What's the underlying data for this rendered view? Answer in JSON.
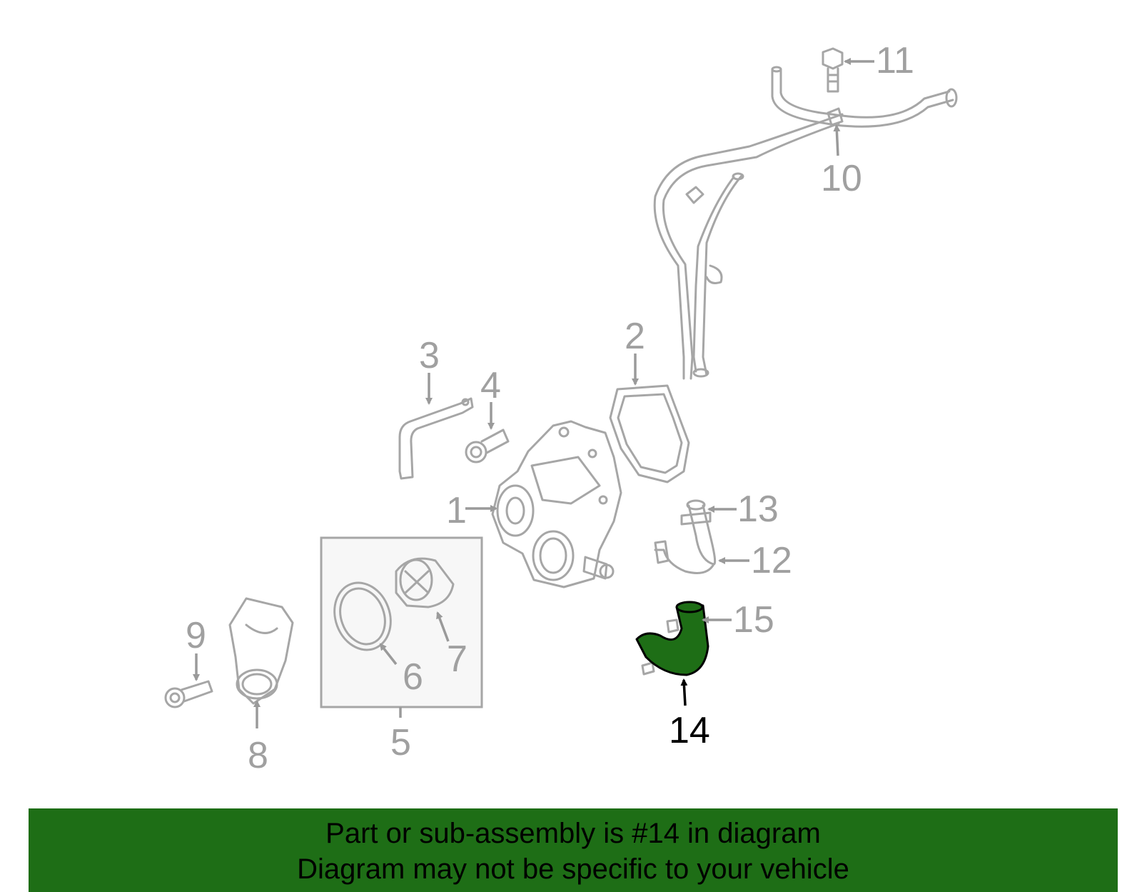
{
  "diagram": {
    "highlight_color": "#1e6e16",
    "callouts": {
      "c1": "1",
      "c2": "2",
      "c3": "3",
      "c4": "4",
      "c5": "5",
      "c6": "6",
      "c7": "7",
      "c8": "8",
      "c9": "9",
      "c10": "10",
      "c11": "11",
      "c12": "12",
      "c13": "13",
      "c14": "14",
      "c15": "15"
    },
    "highlighted_callout": "14"
  },
  "banner": {
    "line1": "Part or sub-assembly is #14 in diagram",
    "line2": "Diagram may not be specific to your vehicle",
    "background": "#1e6e16"
  }
}
